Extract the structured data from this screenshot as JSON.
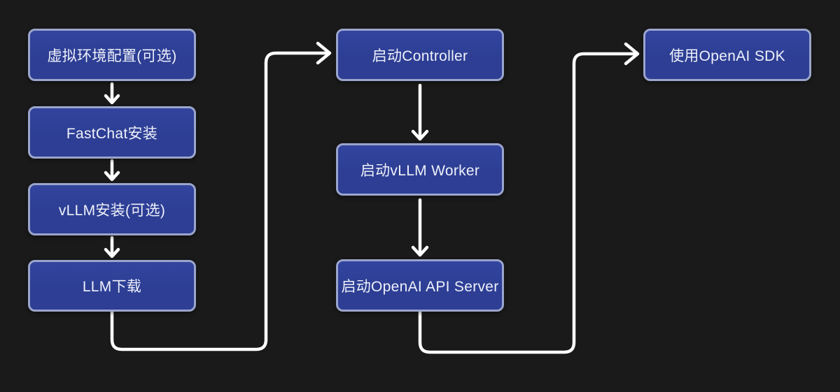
{
  "diagram": {
    "type": "flowchart",
    "nodes": [
      {
        "id": "env-setup",
        "label": "虚拟环境配置(可选)"
      },
      {
        "id": "fastchat-install",
        "label": "FastChat安装"
      },
      {
        "id": "vllm-install",
        "label": "vLLM安装(可选)"
      },
      {
        "id": "llm-download",
        "label": "LLM下载"
      },
      {
        "id": "start-controller",
        "label": "启动Controller"
      },
      {
        "id": "start-vllm-worker",
        "label": "启动vLLM Worker"
      },
      {
        "id": "start-openai-api-server",
        "label": "启动OpenAI API Server"
      },
      {
        "id": "use-openai-sdk",
        "label": "使用OpenAI SDK"
      }
    ],
    "edges": [
      {
        "from": "env-setup",
        "to": "fastchat-install"
      },
      {
        "from": "fastchat-install",
        "to": "vllm-install"
      },
      {
        "from": "vllm-install",
        "to": "llm-download"
      },
      {
        "from": "llm-download",
        "to": "start-controller"
      },
      {
        "from": "start-controller",
        "to": "start-vllm-worker"
      },
      {
        "from": "start-vllm-worker",
        "to": "start-openai-api-server"
      },
      {
        "from": "start-openai-api-server",
        "to": "use-openai-sdk"
      }
    ]
  },
  "colors": {
    "bg": "#1a1a1a",
    "box-fill": "#2d3e94",
    "box-fill-top": "#32449e",
    "box-border": "#9ba5cc",
    "line": "#ffffff",
    "text": "#eef1fa"
  }
}
